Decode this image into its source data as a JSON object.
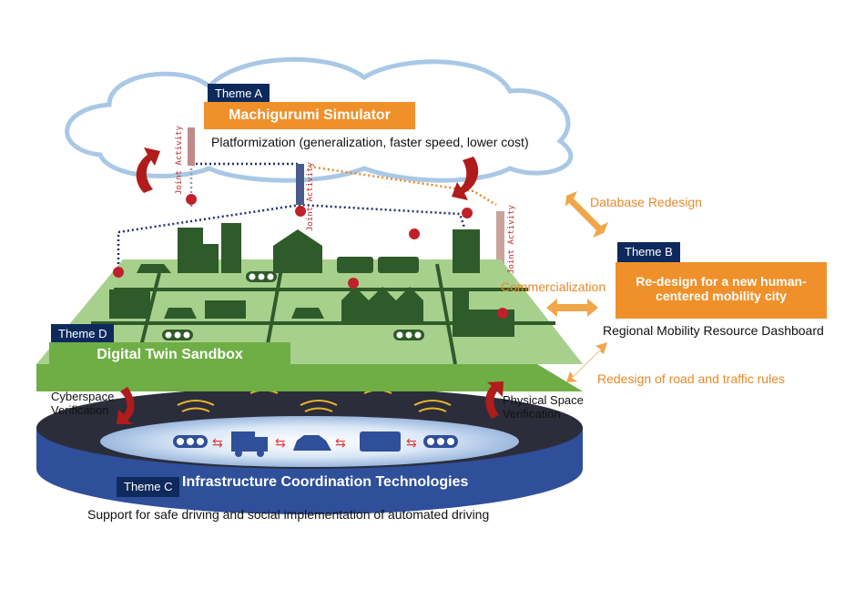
{
  "theme_a": {
    "tag": "Theme A",
    "title": "Machigurumi Simulator",
    "subtitle": "Platformization (generalization, faster speed, lower cost)"
  },
  "theme_b": {
    "tag": "Theme B",
    "title_line1": "Re-design for a new human-",
    "title_line2": "centered mobility city",
    "subtitle": "Regional Mobility Resource Dashboard"
  },
  "theme_c": {
    "tag": "Theme C",
    "title": "Infrastructure Coordination Technologies",
    "subtitle": "Support for safe driving and social implementation of automated driving"
  },
  "theme_d": {
    "tag": "Theme D",
    "title": "Digital Twin Sandbox"
  },
  "joint_activity": "Joint Activity",
  "links": {
    "database_redesign": "Database Redesign",
    "commercialization": "Commercialization",
    "road_rules": "Redesign of road and traffic rules"
  },
  "verification": {
    "cyber_line1": "Cyberspace",
    "cyber_line2": "Verification",
    "physical_line1": "Physical Space",
    "physical_line2": "Verification"
  },
  "colors": {
    "navy": "#0e2a5c",
    "orange": "#f0902a",
    "green": "#6fae45",
    "dark_green": "#2f5a2a",
    "red_arrow": "#b01b1b",
    "disc_blue": "#2f4f9a"
  }
}
